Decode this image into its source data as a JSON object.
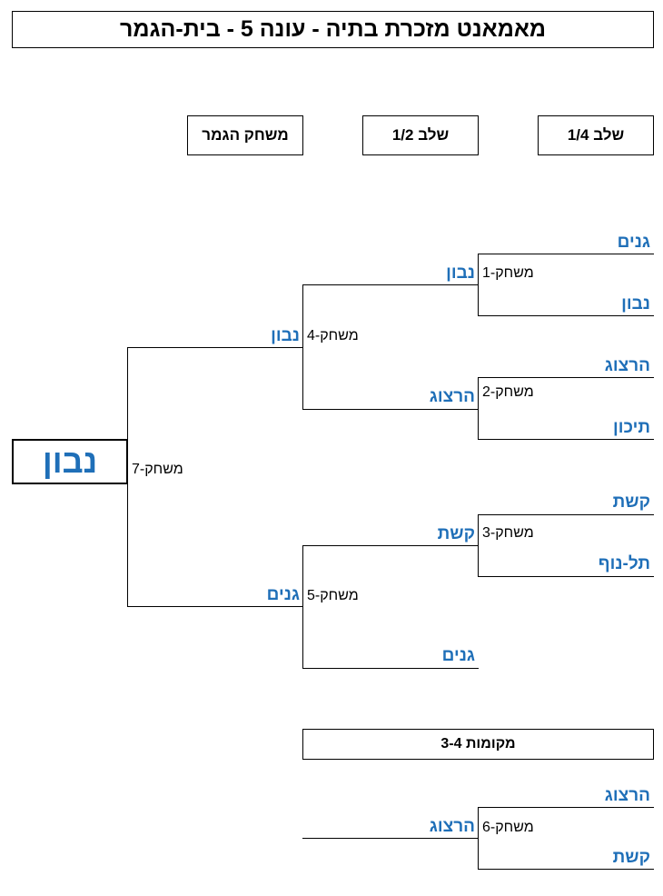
{
  "title": "מאמאנט מזכרת בתיה   -   עונה 5   -   בית-הגמר",
  "stages": {
    "final": "משחק הגמר",
    "semi": "שלב 1/2",
    "quarter": "שלב 1/4",
    "third_place": "מקומות 3-4"
  },
  "quarterfinals": [
    {
      "game": "משחק-1",
      "top": "גנים",
      "bottom": "נבון",
      "winner": "נבון"
    },
    {
      "game": "משחק-2",
      "top": "הרצוג",
      "bottom": "תיכון",
      "winner": "הרצוג"
    },
    {
      "game": "משחק-3",
      "top": "קשת",
      "bottom": "תל-נוף",
      "winner": "קשת"
    }
  ],
  "semifinals": [
    {
      "game": "משחק-4",
      "winner": "נבון"
    },
    {
      "game": "משחק-5",
      "bye_team": "גנים",
      "winner": "גנים"
    }
  ],
  "final": {
    "game": "משחק-7",
    "winner": "נבון"
  },
  "third_place": {
    "game": "משחק-6",
    "top": "הרצוג",
    "bottom": "קשת",
    "winner": "הרצוג"
  }
}
